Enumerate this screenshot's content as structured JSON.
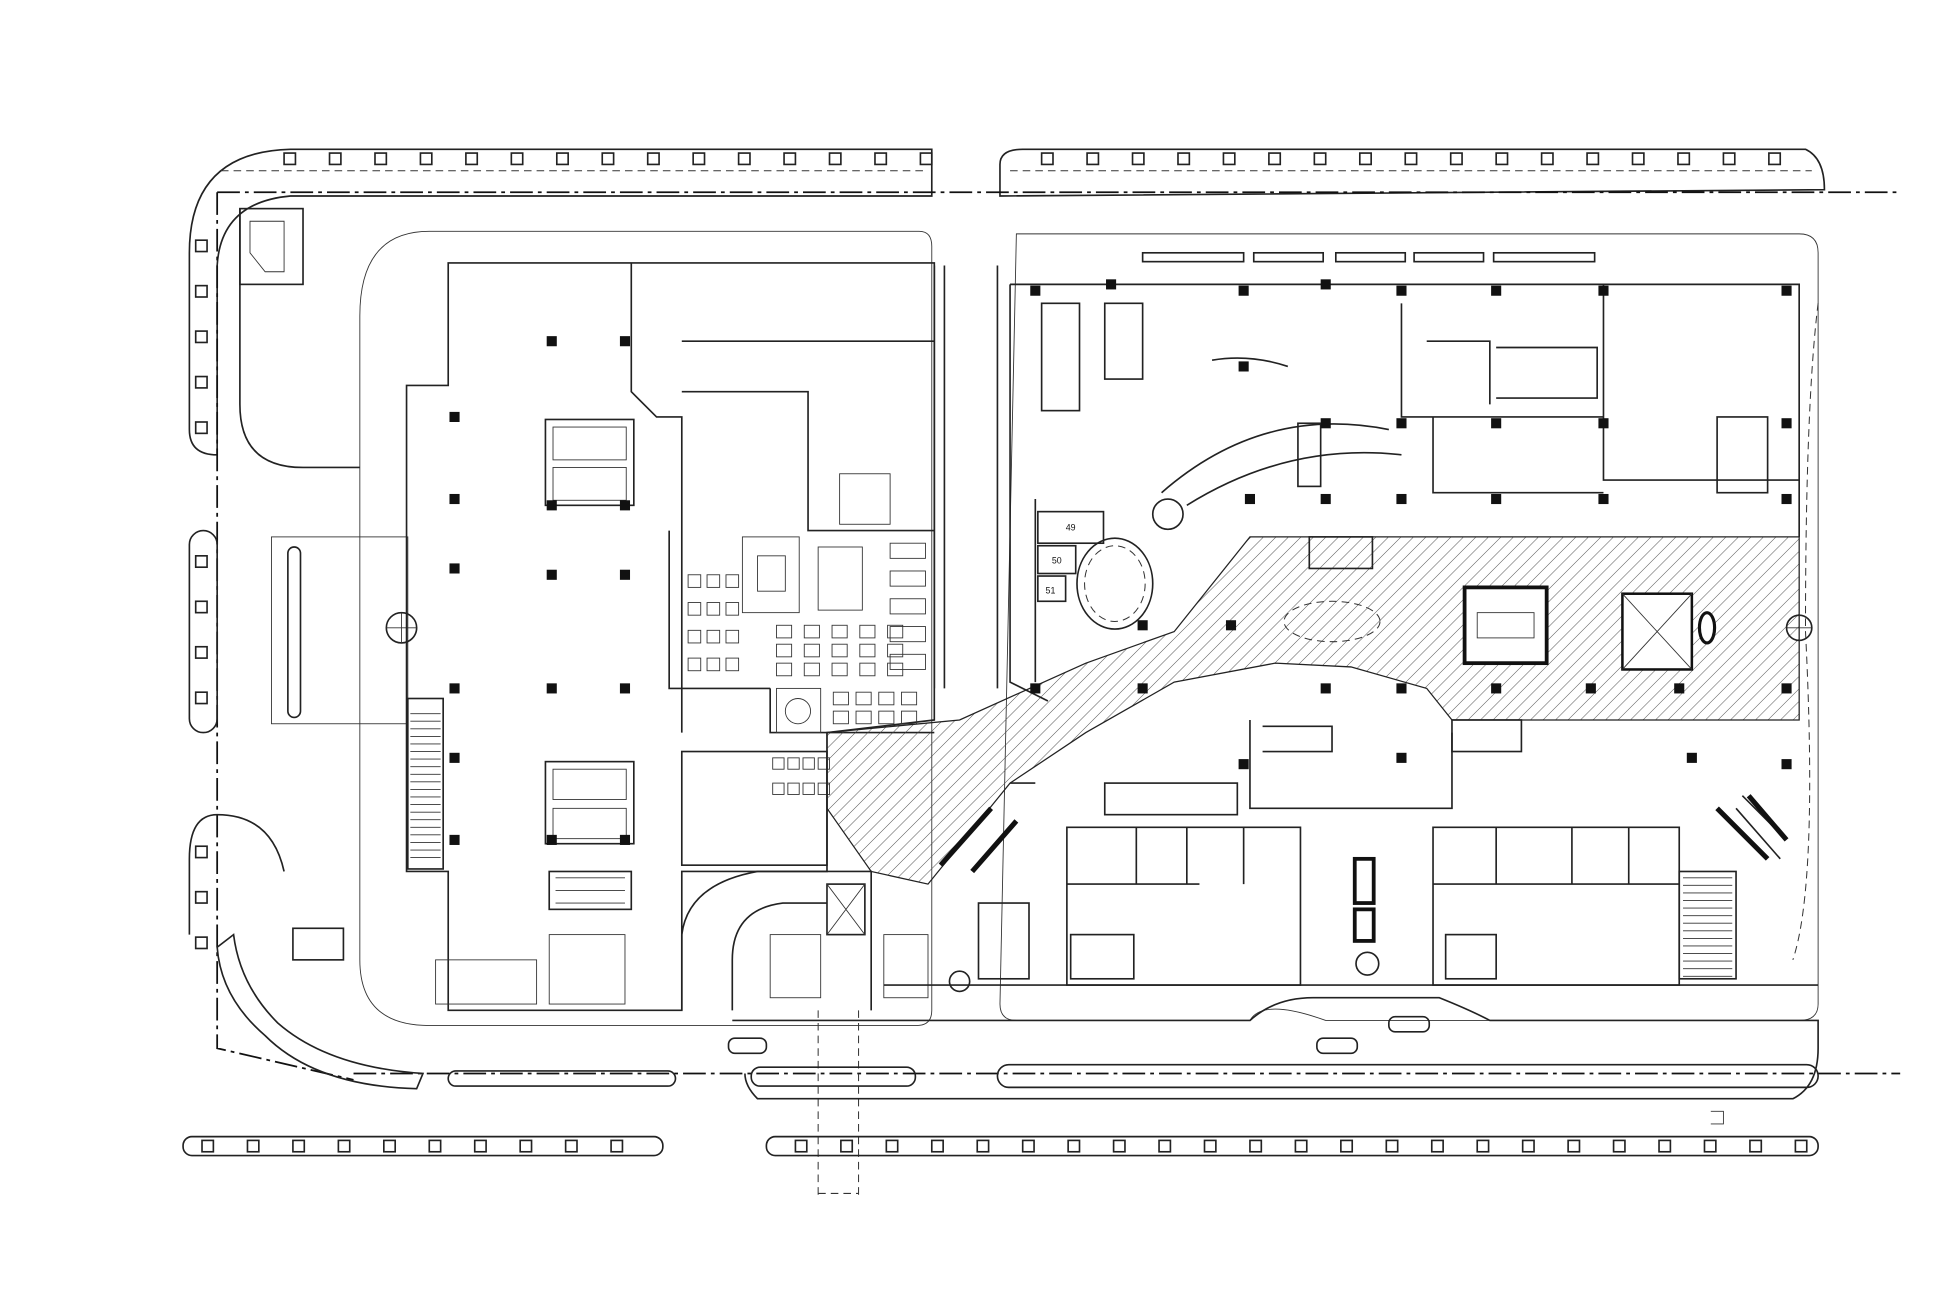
{
  "drawing": {
    "type": "architectural floor plan",
    "room_labels": [
      "49",
      "50",
      "51"
    ]
  }
}
